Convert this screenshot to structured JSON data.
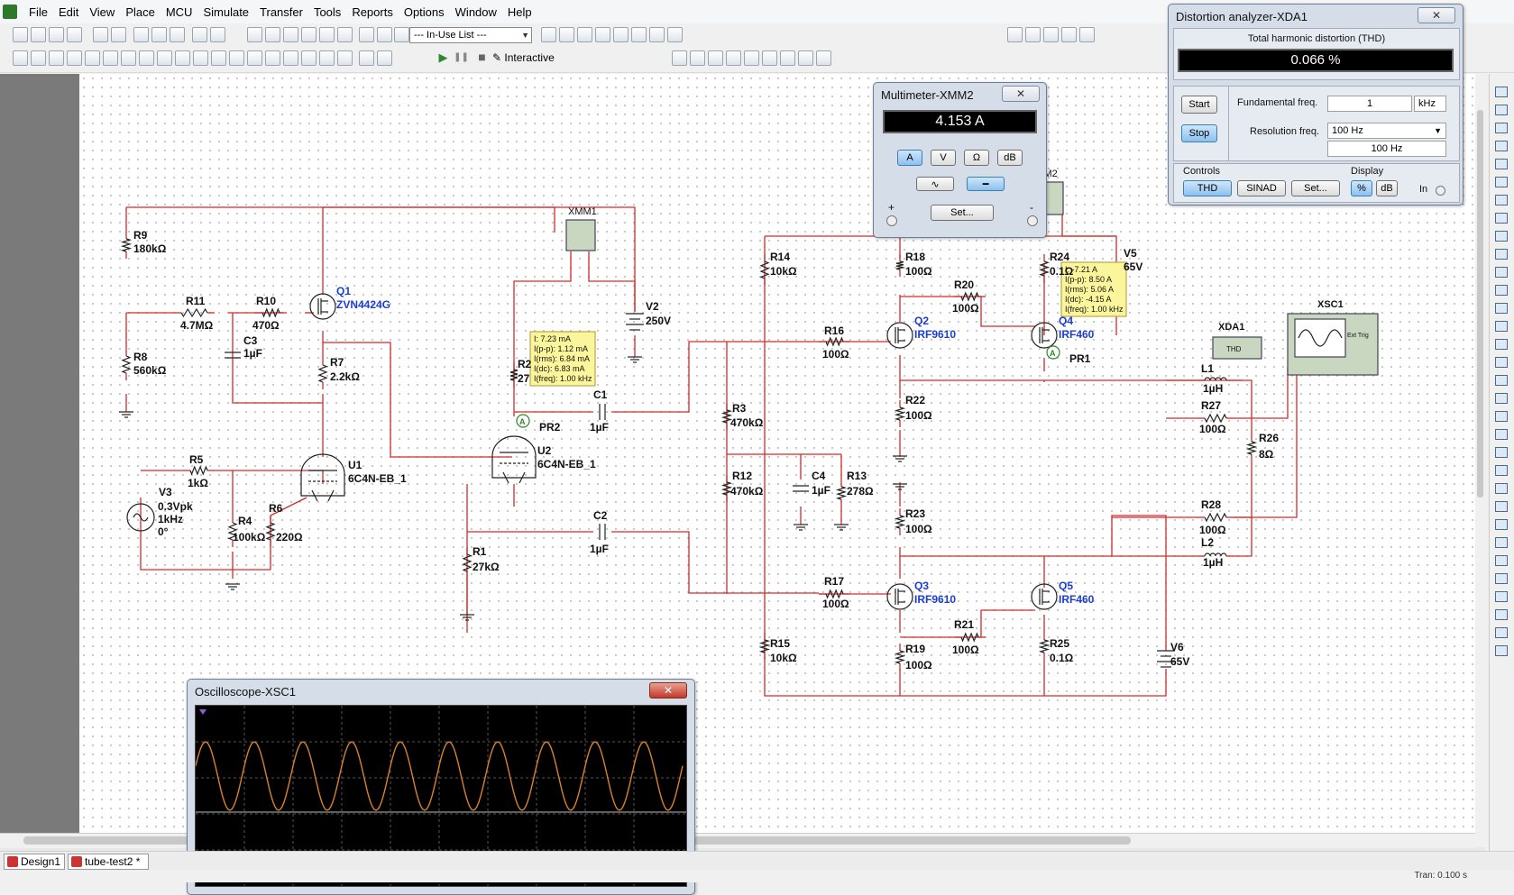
{
  "menu": [
    "File",
    "Edit",
    "View",
    "Place",
    "MCU",
    "Simulate",
    "Transfer",
    "Tools",
    "Reports",
    "Options",
    "Window",
    "Help"
  ],
  "toolbar": {
    "inuse_list": "--- In-Use List ---",
    "interactive": "Interactive",
    "run_icon": "run-icon",
    "pause_icon": "pause-icon",
    "stop_icon": "stop-icon"
  },
  "schematic": {
    "components": [
      {
        "ref": "R9",
        "value": "180kΩ"
      },
      {
        "ref": "R8",
        "value": "560kΩ"
      },
      {
        "ref": "R11",
        "value": "4.7MΩ"
      },
      {
        "ref": "R10",
        "value": "470Ω"
      },
      {
        "ref": "C3",
        "value": "1µF"
      },
      {
        "ref": "Q1",
        "value": "ZVN4424G"
      },
      {
        "ref": "R7",
        "value": "2.2kΩ"
      },
      {
        "ref": "R5",
        "value": "1kΩ"
      },
      {
        "ref": "V3",
        "value": "0.3Vpk"
      },
      {
        "ref": "R4",
        "value": "100kΩ"
      },
      {
        "ref": "R6",
        "value": "220Ω"
      },
      {
        "ref": "U1",
        "value": "6C4N-EB_1"
      },
      {
        "ref": "U2",
        "value": "6C4N-EB_1"
      },
      {
        "ref": "R1",
        "value": "27kΩ"
      },
      {
        "ref": "C1",
        "value": "1µF"
      },
      {
        "ref": "C2",
        "value": "1µF"
      },
      {
        "ref": "V2",
        "value": "250V"
      },
      {
        "ref": "R2",
        "value": "27"
      },
      {
        "ref": "R14",
        "value": "10kΩ"
      },
      {
        "ref": "R3",
        "value": "470kΩ"
      },
      {
        "ref": "R12",
        "value": "470kΩ"
      },
      {
        "ref": "R15",
        "value": "10kΩ"
      },
      {
        "ref": "C4",
        "value": "1µF"
      },
      {
        "ref": "R13",
        "value": "278Ω"
      },
      {
        "ref": "R16",
        "value": "100Ω"
      },
      {
        "ref": "R17",
        "value": "100Ω"
      },
      {
        "ref": "R18",
        "value": "100Ω"
      },
      {
        "ref": "R20",
        "value": "100Ω"
      },
      {
        "ref": "Q2",
        "value": "IRF9610"
      },
      {
        "ref": "Q3",
        "value": "IRF9610"
      },
      {
        "ref": "R22",
        "value": "100Ω"
      },
      {
        "ref": "R23",
        "value": "100Ω"
      },
      {
        "ref": "R21",
        "value": "100Ω"
      },
      {
        "ref": "R19",
        "value": "100Ω"
      },
      {
        "ref": "R24",
        "value": "0.1Ω"
      },
      {
        "ref": "Q4",
        "value": "IRF460"
      },
      {
        "ref": "Q5",
        "value": "IRF460"
      },
      {
        "ref": "R25",
        "value": "0.1Ω"
      },
      {
        "ref": "V5",
        "value": "65V"
      },
      {
        "ref": "V6",
        "value": "65V"
      },
      {
        "ref": "L1",
        "value": "1µH"
      },
      {
        "ref": "L2",
        "value": "1µH"
      },
      {
        "ref": "R27",
        "value": "100Ω"
      },
      {
        "ref": "R28",
        "value": "100Ω"
      },
      {
        "ref": "R26",
        "value": "8Ω"
      }
    ],
    "v3_extra": [
      "1kHz",
      "0°"
    ],
    "instruments": {
      "xmm1": "XMM1",
      "xmm2": "XMM2",
      "xda1": "XDA1",
      "xsc1": "XSC1",
      "xda1_thd": "THD",
      "xsc1_ext": "Ext Trig"
    },
    "probes": [
      {
        "name": "PR2",
        "lines": [
          "I: 7.23 mA",
          "I(p-p): 1.12 mA",
          "I(rms): 6.84 mA",
          "I(dc): 6.83 mA",
          "I(freq): 1.00 kHz"
        ]
      },
      {
        "name": "PR1",
        "lines": [
          "I: -7.21 A",
          "I(p-p): 8.50 A",
          "I(rms): 5.06 A",
          "I(dc): -4.15 A",
          "I(freq): 1.00 kHz"
        ]
      }
    ]
  },
  "multimeter": {
    "title": "Multimeter-XMM2",
    "reading": "4.153 A",
    "modes": [
      "A",
      "V",
      "Ω",
      "dB"
    ],
    "set": "Set...",
    "plus": "+",
    "minus": "-"
  },
  "distortion": {
    "title": "Distortion analyzer-XDA1",
    "thd_label": "Total harmonic distortion (THD)",
    "thd_value": "0.066 %",
    "start": "Start",
    "stop": "Stop",
    "fund_label": "Fundamental freq.",
    "fund_value": "1",
    "fund_unit": "kHz",
    "res_label": "Resolution freq.",
    "res_value": "100 Hz",
    "res_display": "100 Hz",
    "controls_label": "Controls",
    "display_label": "Display",
    "btn_thd": "THD",
    "btn_sinad": "SINAD",
    "btn_set": "Set...",
    "btn_pct": "%",
    "btn_db": "dB",
    "in_label": "In"
  },
  "oscilloscope": {
    "title": "Oscilloscope-XSC1",
    "waveform_color": "#d9822b",
    "cycles_visible": 10
  },
  "tabs": [
    "Design1",
    "tube-test2 *"
  ],
  "status": "Tran: 0.100 s"
}
